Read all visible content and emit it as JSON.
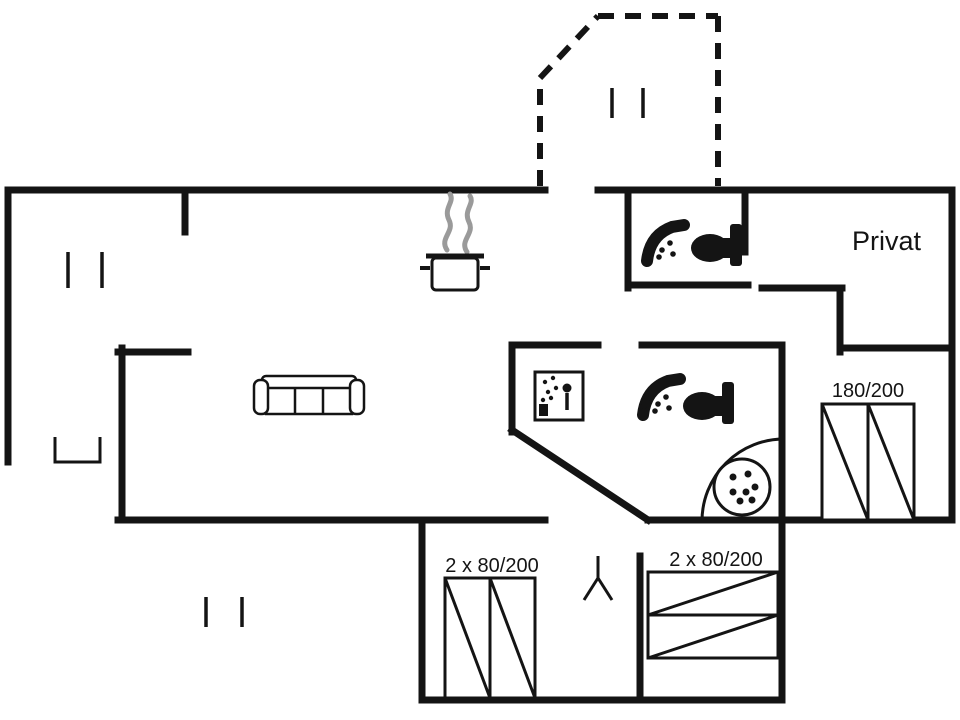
{
  "labels": {
    "privat_room": "Privat",
    "double_bed_size": "180/200",
    "twin_bed_left_size": "2 x 80/200",
    "twin_bed_right_size": "2 x 80/200"
  },
  "colors": {
    "wall": "#141414",
    "background": "#ffffff",
    "steam": "#9a9a9a"
  },
  "icons": {
    "kitchen": "cooking-pot-with-steam-icon",
    "living_room": "sofa-icon",
    "bathroom_top": [
      "shower-icon",
      "toilet-icon"
    ],
    "bathroom_middle": [
      "shower-cabin-icon",
      "shower-icon",
      "toilet-icon",
      "hot-tub-icon"
    ],
    "windows": "double-tick-window-icon",
    "doors": [
      "door-swing-arc",
      "door-symbol"
    ],
    "entrance": "dashed-porch-outline"
  }
}
